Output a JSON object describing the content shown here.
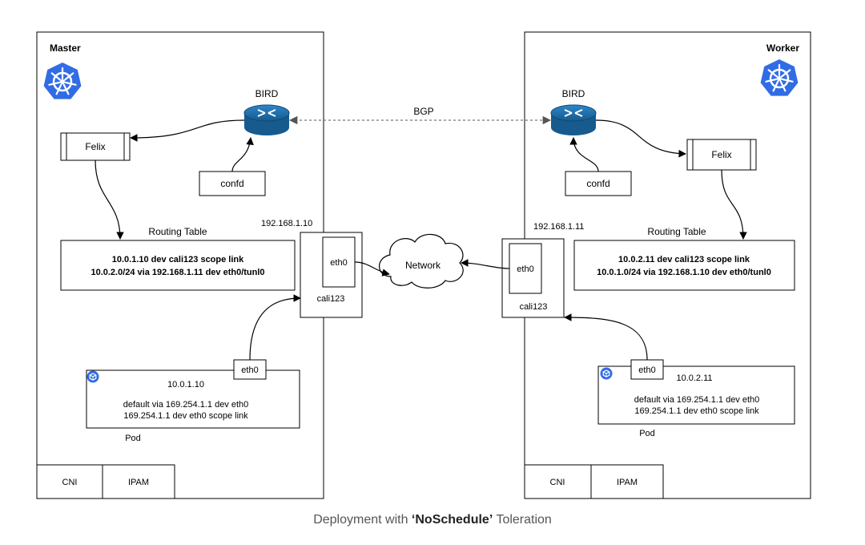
{
  "master": {
    "title": "Master",
    "bird_label": "BIRD",
    "felix_label": "Felix",
    "confd_label": "confd",
    "ip_label": "192.168.1.10",
    "routing_table_title": "Routing Table",
    "routes": [
      "10.0.1.10 dev cali123 scope link",
      "10.0.2.0/24 via 192.168.1.11 dev eth0/tunl0"
    ],
    "host_eth_label": "eth0",
    "cali_label": "cali123",
    "pod": {
      "eth_label": "eth0",
      "ip": "10.0.1.10",
      "routes": [
        "default via 169.254.1.1 dev eth0",
        "169.254.1.1 dev eth0 scope link"
      ],
      "label": "Pod"
    },
    "cni_label": "CNI",
    "ipam_label": "IPAM"
  },
  "worker": {
    "title": "Worker",
    "bird_label": "BIRD",
    "felix_label": "Felix",
    "confd_label": "confd",
    "ip_label": "192.168.1.11",
    "routing_table_title": "Routing Table",
    "routes": [
      "10.0.2.11 dev cali123 scope link",
      "10.0.1.0/24 via 192.168.1.10 dev eth0/tunl0"
    ],
    "host_eth_label": "eth0",
    "cali_label": "cali123",
    "pod": {
      "eth_label": "eth0",
      "ip": "10.0.2.11",
      "routes": [
        "default via 169.254.1.1 dev eth0",
        "169.254.1.1 dev eth0 scope link"
      ],
      "label": "Pod"
    },
    "cni_label": "CNI",
    "ipam_label": "IPAM"
  },
  "network_label": "Network",
  "bgp_label": "BGP",
  "caption": {
    "prefix": "Deployment with ",
    "quote_open": "‘",
    "emphasis": "NoSchedule",
    "quote_close": "’",
    "suffix": " Toleration"
  },
  "colors": {
    "kubernetes_blue": "#326CE5",
    "router_blue": "#1F6EA8",
    "line": "#000000",
    "bgp_line": "#777777",
    "caption_text": "#555555"
  },
  "icons": {
    "kubernetes_logo": "helm-wheel-heptagon",
    "router": "router-cylinder",
    "pod": "cube-icon",
    "network": "cloud-icon"
  }
}
